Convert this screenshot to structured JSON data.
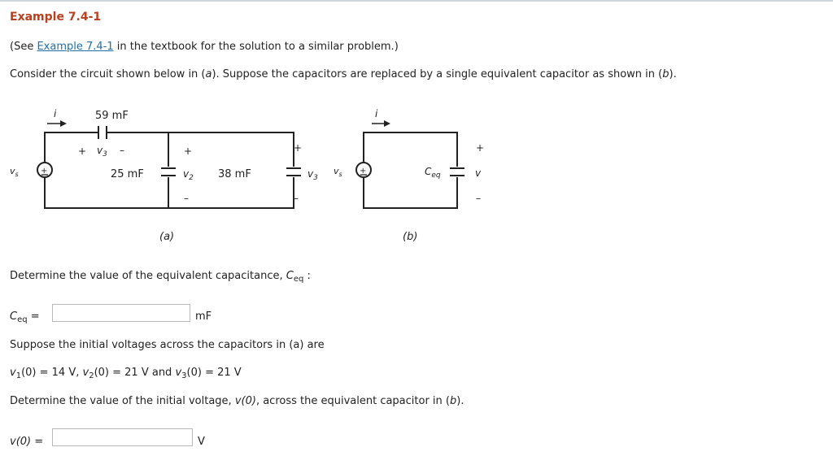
{
  "title": "Example 7.4-1",
  "see_note": {
    "prefix": "(See ",
    "link": "Example 7.4-1",
    "suffix": " in the textbook for the solution to a similar problem.)"
  },
  "prompt": {
    "text_a": "Consider the circuit shown below in (",
    "fig_a": "a",
    "text_b": "). Suppose the capacitors are replaced by a single equivalent capacitor as shown in (",
    "fig_b": "b",
    "text_c": ")."
  },
  "circuit_a": {
    "cap_top": "59 mF",
    "cap_mid": "25 mF",
    "cap_right": "38 mF",
    "current": "i",
    "vs": "v",
    "vs_sub": "s",
    "v3": "v",
    "v3_sub": "3",
    "v2": "v",
    "v2_sub": "2",
    "v3r": "v",
    "v3r_sub": "3",
    "plus": "+",
    "minus": "–",
    "caption": "(a)"
  },
  "circuit_b": {
    "current": "i",
    "vs": "v",
    "vs_sub": "s",
    "ceq": "C",
    "ceq_sub": "eq",
    "v": "v",
    "plus": "+",
    "minus": "–",
    "caption": "(b)"
  },
  "q1": {
    "text": "Determine the value of the equivalent capacitance, ",
    "sym": "C",
    "sym_sub": "eq",
    "colon": " :"
  },
  "ceq_field": {
    "label": "C",
    "label_sub": "eq",
    "eq": " =",
    "value": "",
    "unit": "mF"
  },
  "q2": {
    "text": "Suppose the initial voltages across the capacitors in (a) are"
  },
  "initial_voltages": {
    "v1": "v",
    "v1_sub": "1",
    "v1_val": "(0)  =  14 V,",
    "v2": "v",
    "v2_sub": "2",
    "v2_val": "(0)  =  21 V and",
    "v3": "v",
    "v3_sub": "3",
    "v3_val": "(0)  =  21 V"
  },
  "q3": {
    "text_a": "Determine the value of the initial voltage, ",
    "sym": "v(0)",
    "text_b": ", across the equivalent capacitor in (",
    "fig": "b",
    "text_c": ")."
  },
  "v0_field": {
    "label": "v(0)",
    "eq": " =",
    "value": "",
    "unit": "V"
  }
}
